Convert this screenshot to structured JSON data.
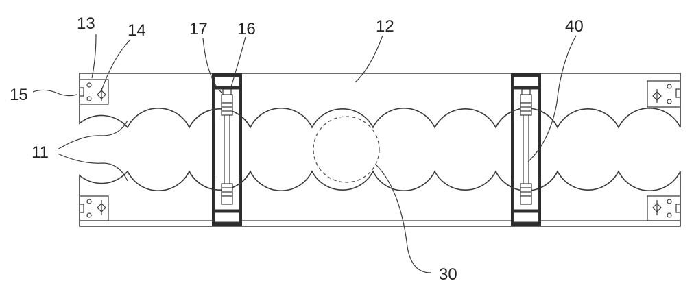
{
  "labels": {
    "l11": "11",
    "l12": "12",
    "l13": "13",
    "l14": "14",
    "l15": "15",
    "l16": "16",
    "l17": "17",
    "l30": "30",
    "l40": "40"
  }
}
